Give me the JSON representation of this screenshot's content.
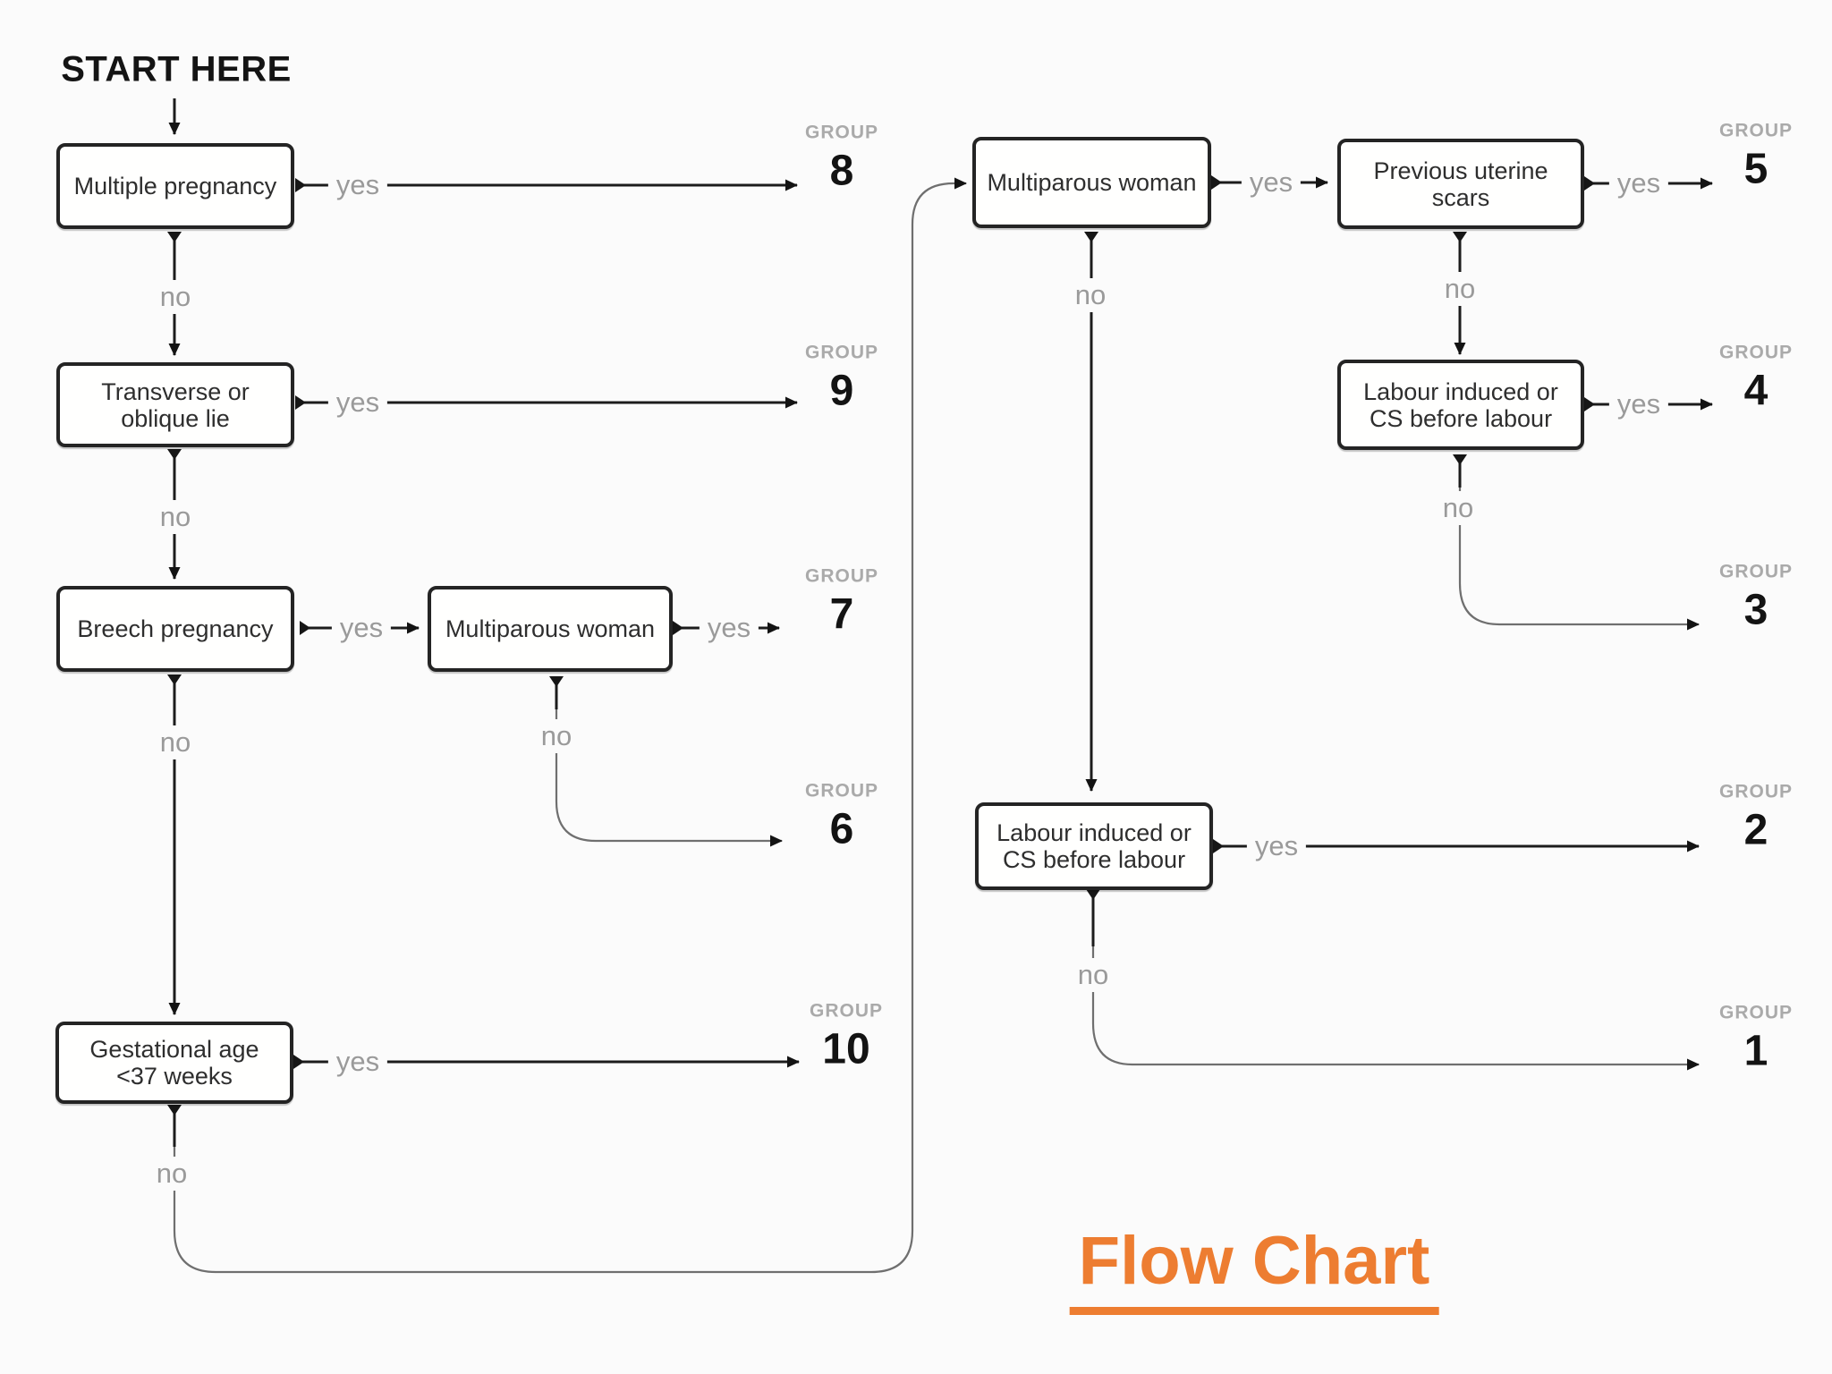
{
  "title": {
    "text": "Flow Chart",
    "color": "#ED7D31"
  },
  "start_label": "START HERE",
  "labels": {
    "yes": "yes",
    "no": "no",
    "group": "GROUP"
  },
  "nodes": [
    {
      "id": "multiple-pregnancy",
      "line1": "Multiple pregnancy",
      "line2": ""
    },
    {
      "id": "transverse-oblique-lie",
      "line1": "Transverse or",
      "line2": "oblique lie"
    },
    {
      "id": "breech-pregnancy",
      "line1": "Breech pregnancy",
      "line2": ""
    },
    {
      "id": "multiparous-woman-left",
      "line1": "Multiparous woman",
      "line2": ""
    },
    {
      "id": "gestational-age",
      "line1": "Gestational age",
      "line2": "<37 weeks"
    },
    {
      "id": "multiparous-woman-right",
      "line1": "Multiparous woman",
      "line2": ""
    },
    {
      "id": "previous-uterine-scars",
      "line1": "Previous uterine",
      "line2": "scars"
    },
    {
      "id": "labour-induced-top",
      "line1": "Labour induced or",
      "line2": "CS before labour"
    },
    {
      "id": "labour-induced-bottom",
      "line1": "Labour induced or",
      "line2": "CS before labour"
    }
  ],
  "groups": [
    {
      "number": "8"
    },
    {
      "number": "9"
    },
    {
      "number": "7"
    },
    {
      "number": "6"
    },
    {
      "number": "10"
    },
    {
      "number": "5"
    },
    {
      "number": "4"
    },
    {
      "number": "3"
    },
    {
      "number": "2"
    },
    {
      "number": "1"
    }
  ]
}
